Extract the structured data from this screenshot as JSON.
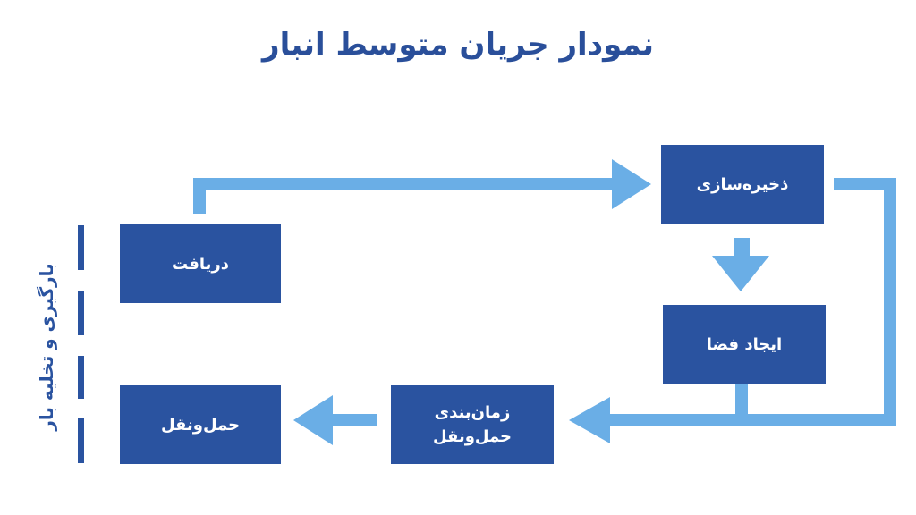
{
  "title": "نمودار جریان متوسط انبار",
  "side_label": "بارگیری و تخلیه بار",
  "boxes": {
    "receive": "دریافت",
    "storage": "ذخیره‌سازی",
    "space": "ایجاد فضا",
    "scheduling": "زمان‌بندی حمل‌ونقل",
    "transport": "حمل‌ونقل"
  },
  "colors": {
    "box": "#2a53a0",
    "connector": "#6aaee6",
    "title": "#2a4f9a"
  }
}
